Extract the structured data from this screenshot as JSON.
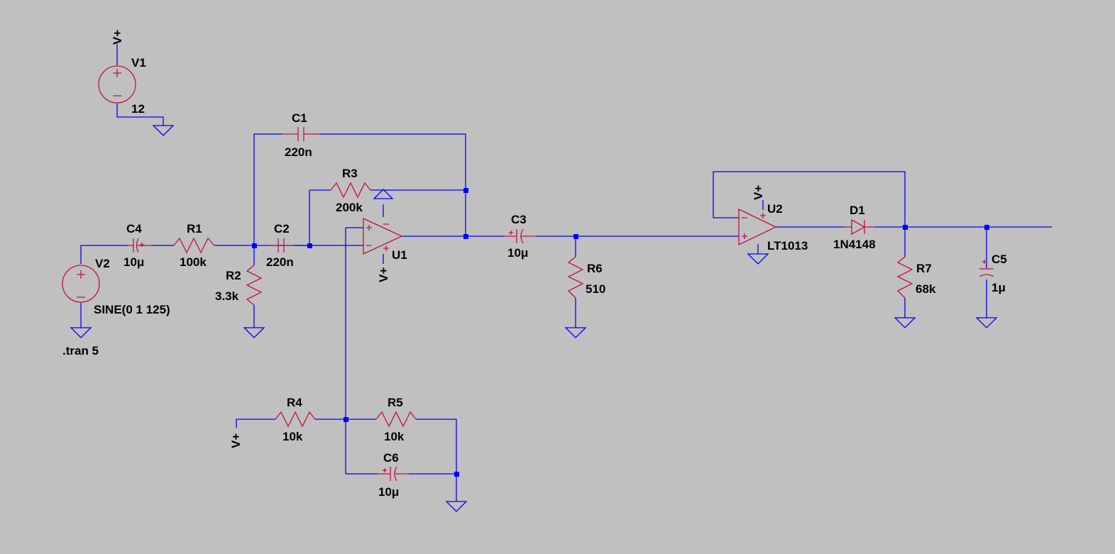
{
  "colors": {
    "background": "#c0c0c0",
    "wire": "#0000ff",
    "component": "#c0104a",
    "text": "#000000"
  },
  "components": {
    "V1": {
      "ref": "V1",
      "value": "12"
    },
    "V2": {
      "ref": "V2",
      "value": "SINE(0 1 125)"
    },
    "C1": {
      "ref": "C1",
      "value": "220n"
    },
    "C2": {
      "ref": "C2",
      "value": "220n"
    },
    "C3": {
      "ref": "C3",
      "value": "10μ"
    },
    "C4": {
      "ref": "C4",
      "value": "10μ"
    },
    "C5": {
      "ref": "C5",
      "value": "1μ"
    },
    "C6": {
      "ref": "C6",
      "value": "10μ"
    },
    "R1": {
      "ref": "R1",
      "value": "100k"
    },
    "R2": {
      "ref": "R2",
      "value": "3.3k"
    },
    "R3": {
      "ref": "R3",
      "value": "200k"
    },
    "R4": {
      "ref": "R4",
      "value": "10k"
    },
    "R5": {
      "ref": "R5",
      "value": "10k"
    },
    "R6": {
      "ref": "R6",
      "value": "510"
    },
    "R7": {
      "ref": "R7",
      "value": "68k"
    },
    "U1": {
      "ref": "U1"
    },
    "U2": {
      "ref": "U2",
      "value": "LT1013"
    },
    "D1": {
      "ref": "D1",
      "value": "1N4148"
    }
  },
  "net_label": "V+",
  "directive": ".tran 5"
}
